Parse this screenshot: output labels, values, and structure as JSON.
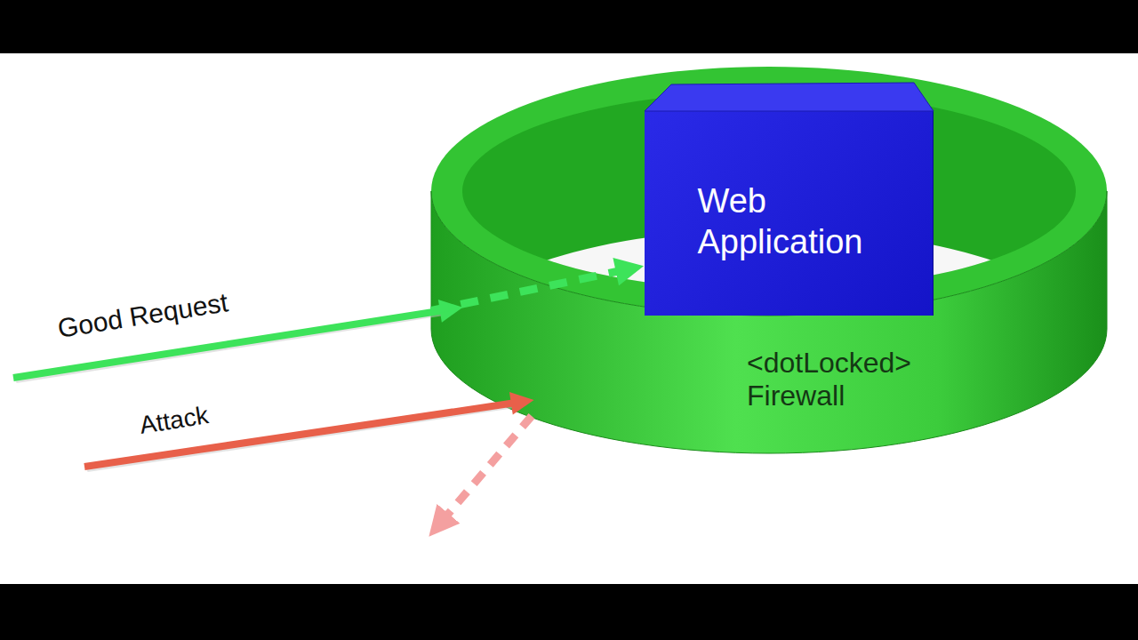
{
  "diagram": {
    "nodes": [
      {
        "text": [
          "<dotLocked> Firewall"
        ]
      },
      {
        "text": [
          "Web Application"
        ],
        "in": 0
      }
    ],
    "edges": [
      {
        "from": 0,
        "to": 1,
        "arrow": "to"
      }
    ],
    "labels": [
      "Good Request",
      "Attack"
    ]
  }
}
